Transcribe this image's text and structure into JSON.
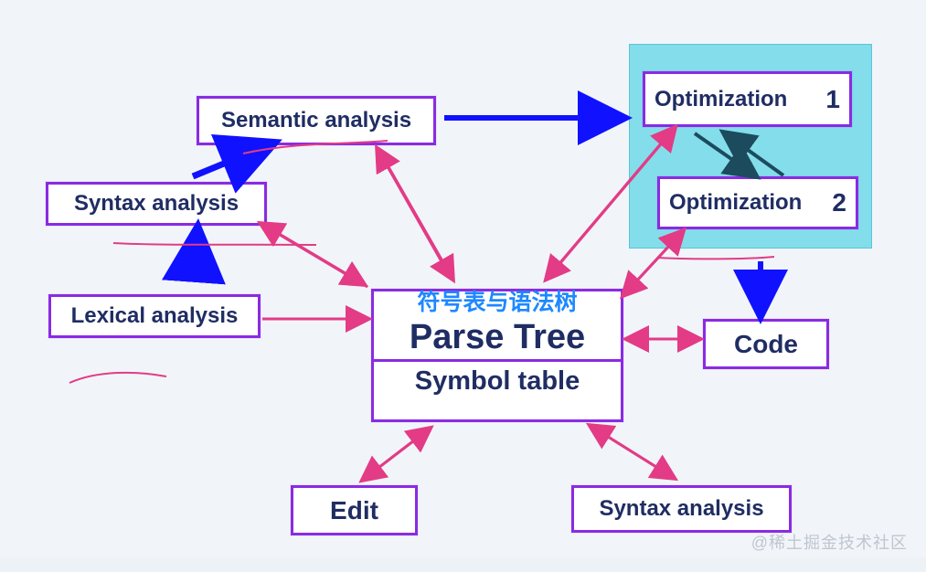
{
  "diagram": {
    "semantic_analysis": "Semantic analysis",
    "syntax_analysis_left": "Syntax analysis",
    "lexical_analysis": "Lexical analysis",
    "optimization_1": "Optimization",
    "optimization_1_num": "1",
    "optimization_2": "Optimization",
    "optimization_2_num": "2",
    "chinese_label": "符号表与语法树",
    "parse_tree": "Parse Tree",
    "symbol_table": "Symbol table",
    "code": "Code",
    "edit": "Edit",
    "syntax_analysis_bottom": "Syntax analysis"
  },
  "watermark": "@稀土掘金技术社区",
  "colors": {
    "box_border": "#8a2be2",
    "box_text": "#1f2d63",
    "blue_arrow": "#1011ff",
    "pink_arrow": "#e33b86",
    "teal_panel": "#84ddea",
    "chinese_blue": "#1e88ff"
  }
}
